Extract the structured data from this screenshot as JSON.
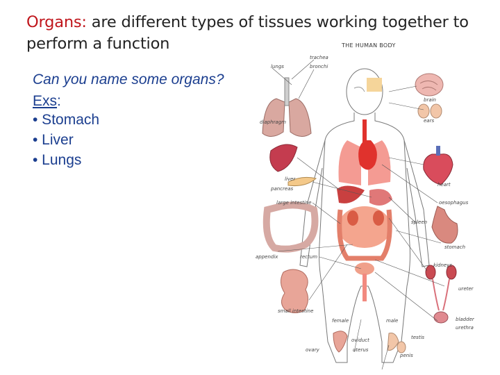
{
  "title": {
    "keyword": "Organs:",
    "rest": " are different types of tissues working together to perform a function"
  },
  "question": "Can you name some organs?",
  "examples_label": "Exs",
  "examples_colon": ":",
  "examples": [
    "• Stomach",
    "• Liver",
    "• Lungs"
  ],
  "diagram": {
    "title": "THE HUMAN BODY",
    "labels": {
      "trachea": "trachea",
      "bronchi": "bronchi",
      "lungs": "lungs",
      "diaphragm": "diaphragm",
      "brain": "brain",
      "ears": "ears",
      "liver": "liver",
      "pancreas": "pancreas",
      "heart": "heart",
      "large_intestine": "large intestine",
      "oesophagus": "oesophagus",
      "spleen": "spleen",
      "stomach": "stomach",
      "appendix": "appendix",
      "rectum": "rectum",
      "kidneys": "kidneys",
      "ureter": "ureter",
      "small_intestine": "small intestine",
      "female": "female",
      "male": "male",
      "bladder": "bladder",
      "urethra": "urethra",
      "oviduct": "oviduct",
      "testis": "testis",
      "ovary": "ovary",
      "uterus": "uterus",
      "penis": "penis"
    }
  },
  "colors": {
    "keyword": "#c0161c",
    "body_text": "#222222",
    "list_text": "#1b3e8f"
  }
}
